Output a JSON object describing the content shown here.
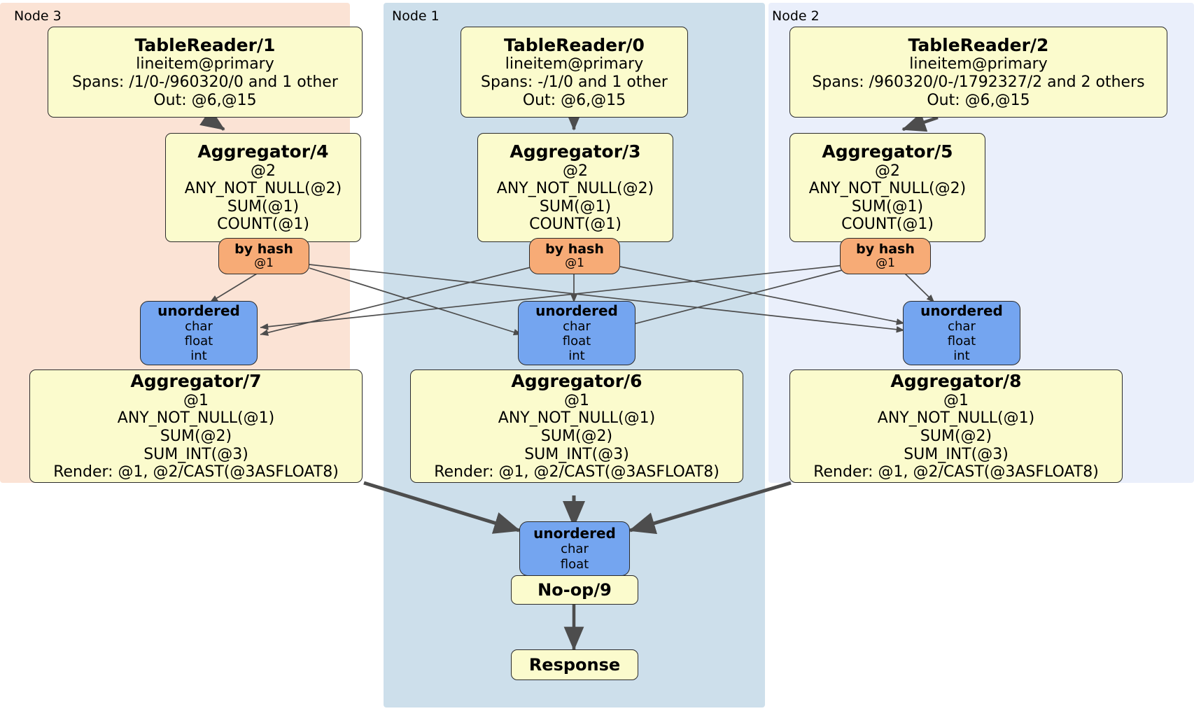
{
  "colors": {
    "node3_lane": "#fbe3d5",
    "node1_lane": "#cddfeb",
    "node2_lane": "#eaeffb",
    "processor": "#fbfbcd",
    "router": "#f7ab76",
    "synchronizer": "#74a5f0",
    "stroke": "#2b2b2b",
    "edge": "#4d4d4d"
  },
  "lanes": [
    {
      "label": "Node 3"
    },
    {
      "label": "Node 1"
    },
    {
      "label": "Node 2"
    }
  ],
  "table_readers": [
    {
      "title": "TableReader/1",
      "table": "lineitem@primary",
      "spans": "Spans: /1/0-/960320/0 and 1 other",
      "out": "Out: @6,@15"
    },
    {
      "title": "TableReader/0",
      "table": "lineitem@primary",
      "spans": "Spans: -/1/0 and 1 other",
      "out": "Out: @6,@15"
    },
    {
      "title": "TableReader/2",
      "table": "lineitem@primary",
      "spans": "Spans: /960320/0-/1792327/2 and 2 others",
      "out": "Out: @6,@15"
    }
  ],
  "aggregators_stage1": [
    {
      "title": "Aggregator/4",
      "group": "@2",
      "agg1": "ANY_NOT_NULL(@2)",
      "agg2": "SUM(@1)",
      "agg3": "COUNT(@1)"
    },
    {
      "title": "Aggregator/3",
      "group": "@2",
      "agg1": "ANY_NOT_NULL(@2)",
      "agg2": "SUM(@1)",
      "agg3": "COUNT(@1)"
    },
    {
      "title": "Aggregator/5",
      "group": "@2",
      "agg1": "ANY_NOT_NULL(@2)",
      "agg2": "SUM(@1)",
      "agg3": "COUNT(@1)"
    }
  ],
  "routers": [
    {
      "title": "by hash",
      "key": "@1"
    },
    {
      "title": "by hash",
      "key": "@1"
    },
    {
      "title": "by hash",
      "key": "@1"
    }
  ],
  "synchronizers": [
    {
      "title": "unordered",
      "types": [
        "char",
        "float",
        "int"
      ]
    },
    {
      "title": "unordered",
      "types": [
        "char",
        "float",
        "int"
      ]
    },
    {
      "title": "unordered",
      "types": [
        "char",
        "float",
        "int"
      ]
    }
  ],
  "aggregators_stage2": [
    {
      "title": "Aggregator/7",
      "group": "@1",
      "agg1": "ANY_NOT_NULL(@1)",
      "agg2": "SUM(@2)",
      "agg3": "SUM_INT(@3)",
      "render": "Render: @1, @2/CAST(@3ASFLOAT8)"
    },
    {
      "title": "Aggregator/6",
      "group": "@1",
      "agg1": "ANY_NOT_NULL(@1)",
      "agg2": "SUM(@2)",
      "agg3": "SUM_INT(@3)",
      "render": "Render: @1, @2/CAST(@3ASFLOAT8)"
    },
    {
      "title": "Aggregator/8",
      "group": "@1",
      "agg1": "ANY_NOT_NULL(@1)",
      "agg2": "SUM(@2)",
      "agg3": "SUM_INT(@3)",
      "render": "Render: @1, @2/CAST(@3ASFLOAT8)"
    }
  ],
  "final_synchronizer": {
    "title": "unordered",
    "types": [
      "char",
      "float"
    ]
  },
  "noop": {
    "title": "No-op/9"
  },
  "response": {
    "title": "Response"
  }
}
